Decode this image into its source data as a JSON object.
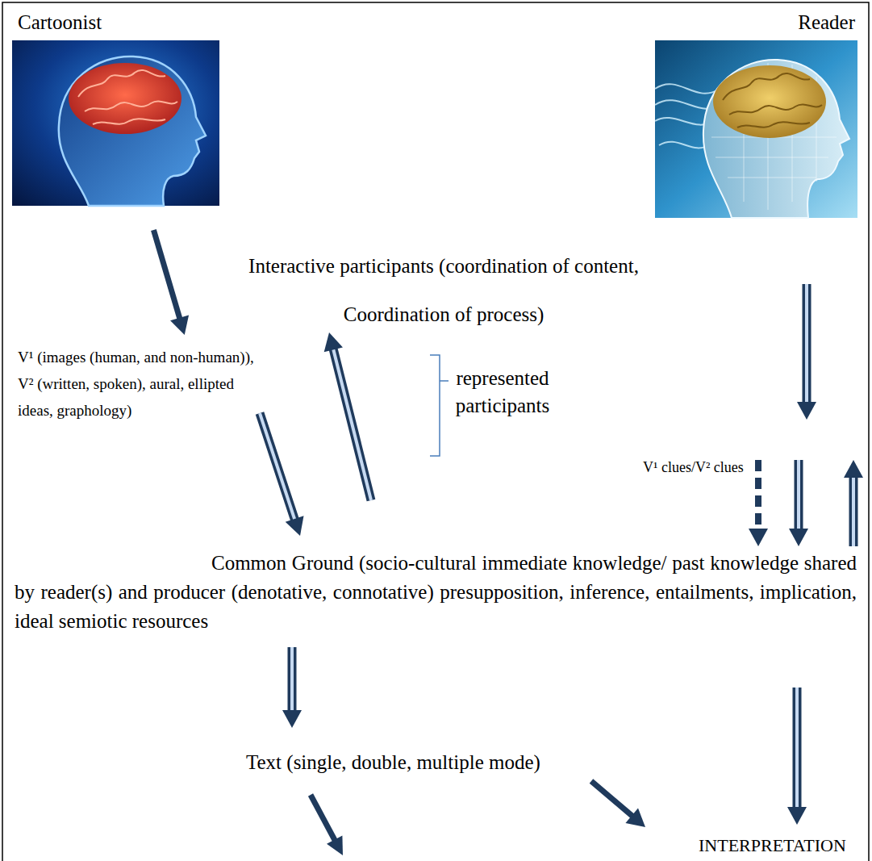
{
  "diagram": {
    "nodes": [
      {
        "text": [
          "Cartoonist"
        ]
      },
      {
        "text": [
          "Reader"
        ]
      },
      {
        "text": [
          "V¹ (images (human, and non-human)), V² (written, spoken), aural, ellipted ideas, graphology)"
        ]
      },
      {
        "text": [
          "V¹ clues/V² clues"
        ]
      },
      {
        "text": [
          "Common Ground (socio-cultural immediate knowledge/ past knowledge shared by reader(s) and producer (denotative, connotative) presupposition, inference, entailments, implication, ideal semiotic resources"
        ]
      },
      {
        "text": [
          "Text (single, double, multiple mode)"
        ]
      },
      {
        "text": [
          "INTERPRETATION"
        ]
      }
    ],
    "edges": [
      {
        "from": 0,
        "to": 2,
        "arrow": "to"
      },
      {
        "from": 2,
        "to": 4,
        "arrow": "to"
      },
      {
        "from": 4,
        "to": 2,
        "arrow": "to"
      },
      {
        "from": 1,
        "to": 3,
        "arrow": "to"
      },
      {
        "from": 3,
        "to": 4,
        "arrow": "to"
      },
      {
        "from": 3,
        "to": 4,
        "arrow": "to"
      },
      {
        "from": 4,
        "to": 3,
        "arrow": "to"
      },
      {
        "from": 4,
        "to": 5,
        "arrow": "to"
      },
      {
        "from": 4,
        "to": 6,
        "arrow": "to"
      },
      {
        "from": 5,
        "to": 6,
        "arrow": "to"
      }
    ],
    "labels": [
      "Interactive participants (coordination of content, Coordination of process)",
      "represented participants"
    ]
  }
}
